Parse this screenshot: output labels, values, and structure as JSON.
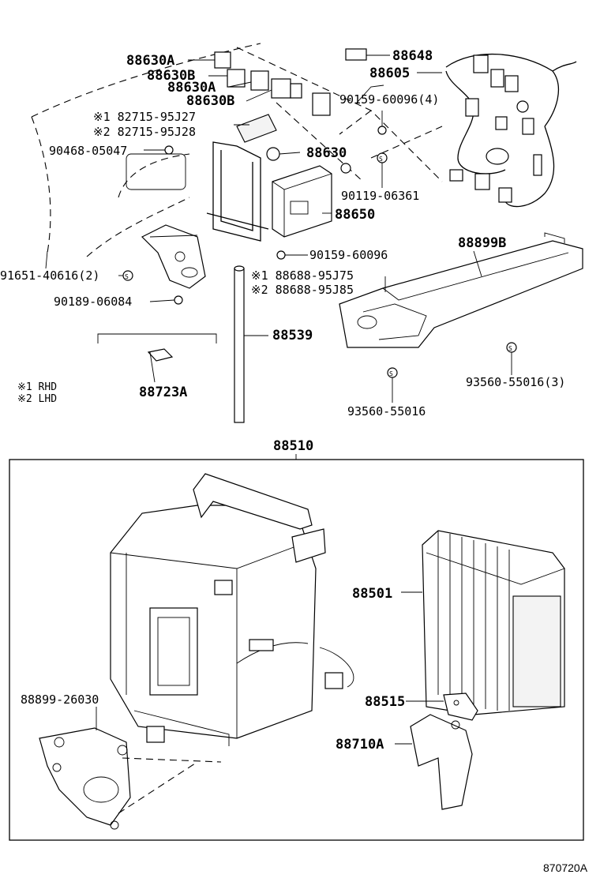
{
  "diagram_id": "870720A",
  "legend": {
    "rhd": "※1 RHD",
    "lhd": "※2 LHD"
  },
  "parts": {
    "p88630A_1": "88630A",
    "p88630B_1": "88630B",
    "p88630A_2": "88630A",
    "p88630B_2": "88630B",
    "p82715_1": "※1 82715-95J27",
    "p82715_2": "※2 82715-95J28",
    "p90468": "90468-05047",
    "p88630": "88630",
    "p88648": "88648",
    "p88605": "88605",
    "p90159_4": "90159-60096(4)",
    "p90119": "90119-06361",
    "p88650": "88650",
    "p88899B": "88899B",
    "p90159": "90159-60096",
    "p88688_1": "※1 88688-95J75",
    "p88688_2": "※2 88688-95J85",
    "p91651": "91651-40616(2)",
    "p90189": "90189-06084",
    "p88539": "88539",
    "p88723A": "88723A",
    "p93560_1": "93560-55016",
    "p93560_3": "93560-55016(3)",
    "p88510": "88510",
    "p88501": "88501",
    "p88899_26030": "88899-26030",
    "p88515": "88515",
    "p88710A": "88710A"
  }
}
